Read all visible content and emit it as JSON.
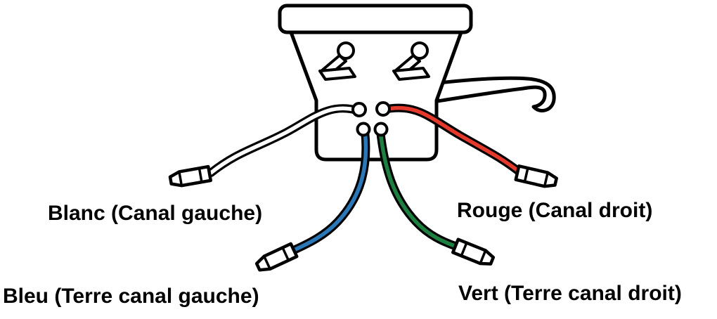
{
  "diagram": {
    "labels": {
      "white_wire": "Blanc (Canal gauche)",
      "red_wire": "Rouge (Canal droit)",
      "blue_wire": "Bleu (Terre canal gauche)",
      "green_wire": "Vert (Terre canal droit)"
    },
    "colors": {
      "white_wire": "#ffffff",
      "red_wire": "#e53a2b",
      "blue_wire": "#2a78b8",
      "green_wire": "#1e8040",
      "outline": "#000000"
    }
  }
}
